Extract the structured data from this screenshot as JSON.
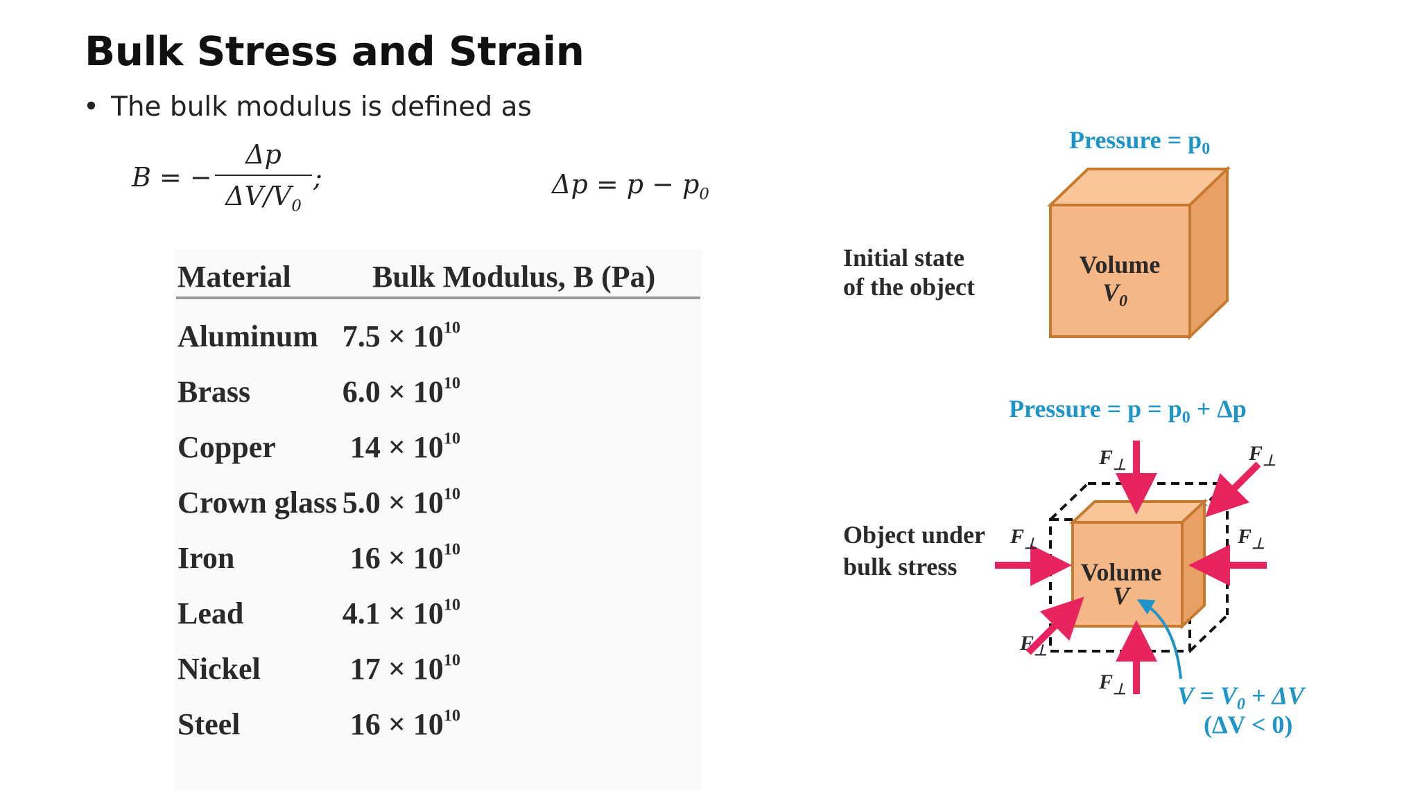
{
  "slide": {
    "title": "Bulk Stress and Strain",
    "bullet": "The bulk modulus is defined as"
  },
  "formula": {
    "lhs": "B = −",
    "numerator": "Δp",
    "denominator": "ΔV/V",
    "denominator_sub": "0",
    "separator": ";",
    "delta_p_lhs": "Δp = p − p",
    "delta_p_sub": "0"
  },
  "table": {
    "headers": [
      "Material",
      "Bulk Modulus, B (Pa)"
    ],
    "rows": [
      {
        "material": "Aluminum",
        "mantissa": "7.5",
        "exponent": "10"
      },
      {
        "material": "Brass",
        "mantissa": "6.0",
        "exponent": "10"
      },
      {
        "material": "Copper",
        "mantissa": "14",
        "exponent": "10"
      },
      {
        "material": "Crown glass",
        "mantissa": "5.0",
        "exponent": "10"
      },
      {
        "material": "Iron",
        "mantissa": "16",
        "exponent": "10"
      },
      {
        "material": "Lead",
        "mantissa": "4.1",
        "exponent": "10"
      },
      {
        "material": "Nickel",
        "mantissa": "17",
        "exponent": "10"
      },
      {
        "material": "Steel",
        "mantissa": "16",
        "exponent": "10"
      }
    ],
    "times_base": "× 10"
  },
  "diagram": {
    "colors": {
      "cube_fill": "#f5b785",
      "cube_edge": "#c77a2e",
      "arrow": "#e8245f",
      "blue": "#1e95c8"
    },
    "top_pressure": "Pressure = p",
    "top_pressure_sub": "0",
    "initial_line1": "Initial state",
    "initial_line2": "of the object",
    "volume_word": "Volume",
    "volume0": "V",
    "volume0_sub": "0",
    "bottom_pressure": "Pressure = p = p",
    "bottom_pressure_tail": " + Δp",
    "bottom_pressure_sub": "0",
    "object_line1": "Object under",
    "object_line2": "bulk stress",
    "volume_v": "V",
    "force_label": "F",
    "force_sub": "⊥",
    "v_relation": "V = V",
    "v_relation_sub": "0",
    "v_relation_tail": " + ΔV",
    "v_condition": "(ΔV < 0)"
  }
}
